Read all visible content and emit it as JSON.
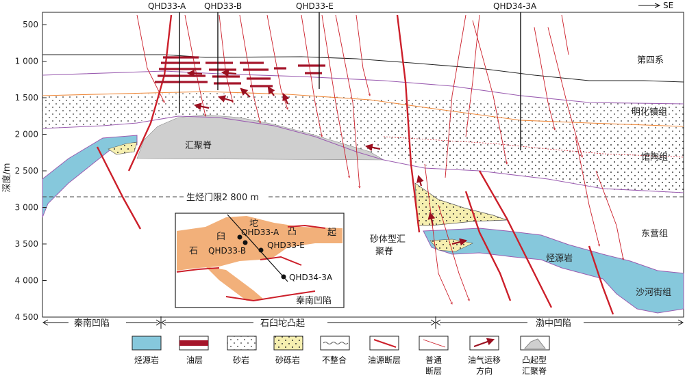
{
  "wells": [
    "QHD33-A",
    "QHD33-B",
    "QHD33-E",
    "QHD34-3A"
  ],
  "direction": "SE",
  "y_axis": {
    "label": "深度/m",
    "ticks": [
      "500",
      "1 000",
      "1 500",
      "2 000",
      "2 500",
      "3 000",
      "3 500",
      "4 000",
      "4 500"
    ]
  },
  "formations": [
    "第四系",
    "明化镇组",
    "馆陶组",
    "东营组",
    "沙河街组"
  ],
  "annotations": {
    "ridge": "汇聚脊",
    "threshold": "生烃门限2 800 m",
    "sandbody_ridge_line1": "砂体型汇",
    "sandbody_ridge_line2": "聚脊",
    "source_rock": "烃源岩"
  },
  "regions": [
    "秦南凹陷",
    "石臼坨凸起",
    "渤中凹陷"
  ],
  "inset": {
    "uplift_chars": [
      "石",
      "臼",
      "坨",
      "凸",
      "起"
    ],
    "wells": [
      "QHD33-A",
      "QHD33-B",
      "QHD33-E",
      "QHD34-3A"
    ],
    "sag": "秦南凹陷"
  },
  "legend": [
    {
      "icon": "source-rock-swatch",
      "label": "烃源岩"
    },
    {
      "icon": "oil-layer-swatch",
      "label": "油层"
    },
    {
      "icon": "sandstone-swatch",
      "label": "砂岩"
    },
    {
      "icon": "conglomerate-swatch",
      "label": "砂砾岩"
    },
    {
      "icon": "unconformity-swatch",
      "label": "不整合"
    },
    {
      "icon": "source-fault-swatch",
      "label": "油源断层"
    },
    {
      "icon": "normal-fault-swatch",
      "label": "普通",
      "label2": "断层"
    },
    {
      "icon": "migration-arrow-swatch",
      "label": "油气运移",
      "label2": "方向"
    },
    {
      "icon": "uplift-ridge-swatch",
      "label": "凸起型",
      "label2": "汇聚脊"
    }
  ],
  "colors": {
    "source_rock": "#86c8dc",
    "fault": "#cc1f2a",
    "conglomerate": "#f6efb0",
    "uplift": "#f2b07a",
    "ridge_gray": "#cfcfcf",
    "purple_line": "#9a5cb0",
    "orange_line": "#ef8a3c"
  }
}
